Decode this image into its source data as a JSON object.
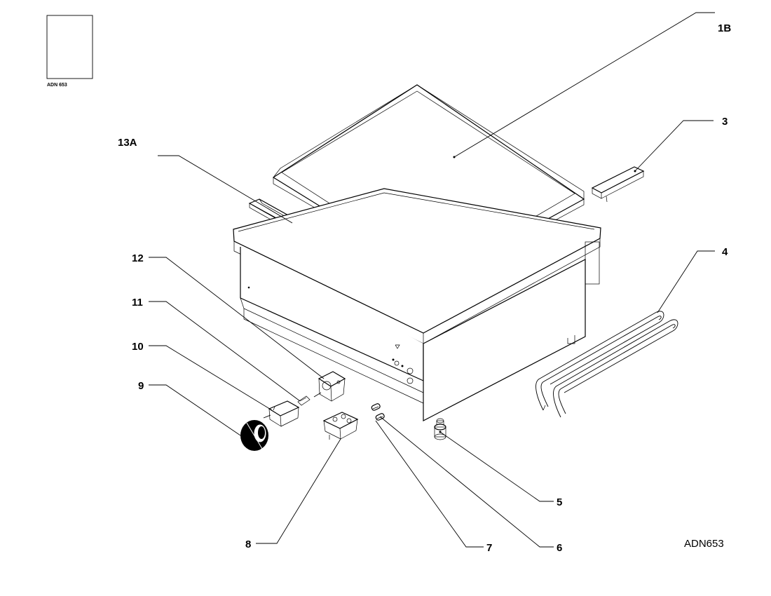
{
  "thumbnail": {
    "label": "ADN 653"
  },
  "drawing_ref": "ADN653",
  "callouts": [
    {
      "id": "1B",
      "label": "1B"
    },
    {
      "id": "3",
      "label": "3"
    },
    {
      "id": "4",
      "label": "4"
    },
    {
      "id": "5",
      "label": "5"
    },
    {
      "id": "6",
      "label": "6"
    },
    {
      "id": "7",
      "label": "7"
    },
    {
      "id": "8",
      "label": "8"
    },
    {
      "id": "9",
      "label": "9"
    },
    {
      "id": "10",
      "label": "10"
    },
    {
      "id": "11",
      "label": "11"
    },
    {
      "id": "12",
      "label": "12"
    },
    {
      "id": "13A",
      "label": "13A"
    }
  ]
}
